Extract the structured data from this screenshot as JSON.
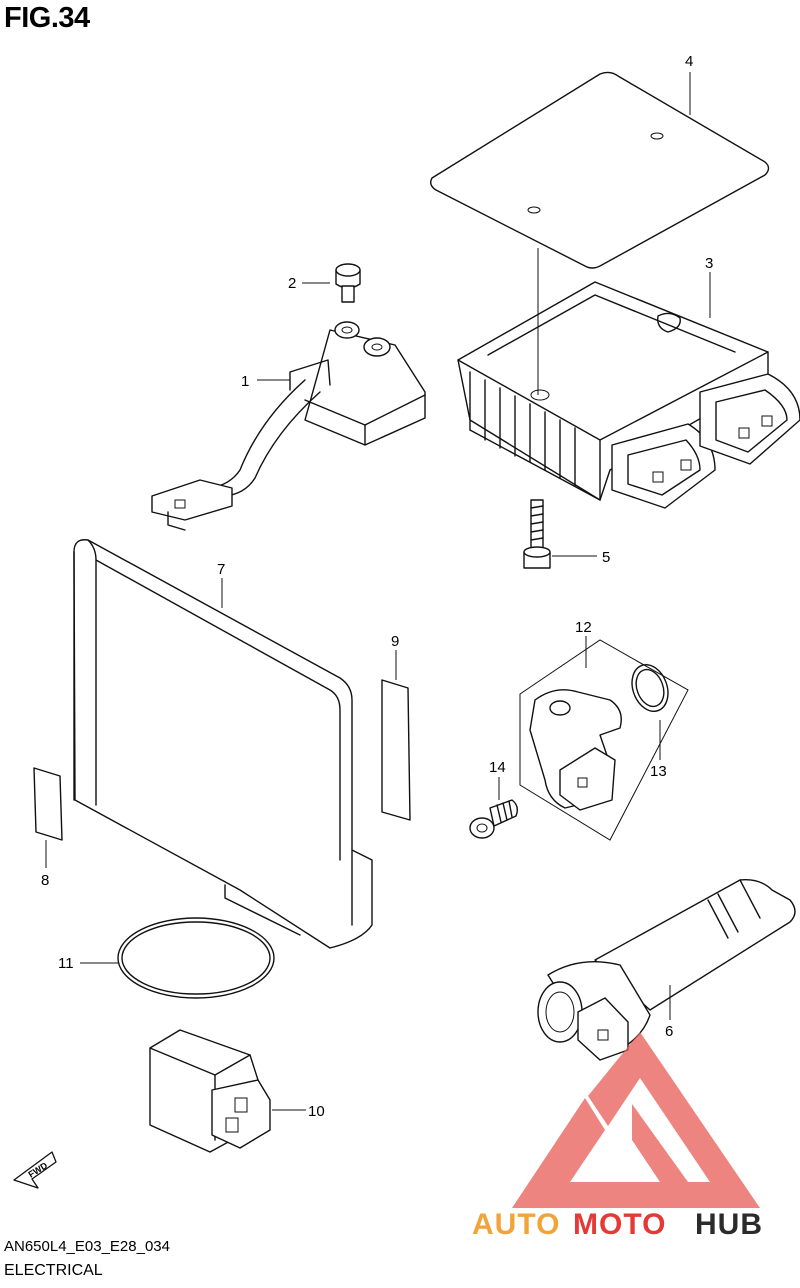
{
  "figure": {
    "title": "FIG.34",
    "code": "AN650L4_E03_E28_034",
    "section": "ELECTRICAL"
  },
  "callouts": [
    "1",
    "2",
    "3",
    "4",
    "5",
    "6",
    "7",
    "8",
    "9",
    "10",
    "11",
    "12",
    "13",
    "14"
  ],
  "direction_arrow": {
    "label": "FWD"
  },
  "watermark": {
    "part1": "AUTO",
    "part2": "MOTO",
    "part3": "HUB"
  },
  "colors": {
    "watermark_red": "#e53935",
    "watermark_orange": "#f2a33a",
    "watermark_dark": "#2b2b2b"
  }
}
